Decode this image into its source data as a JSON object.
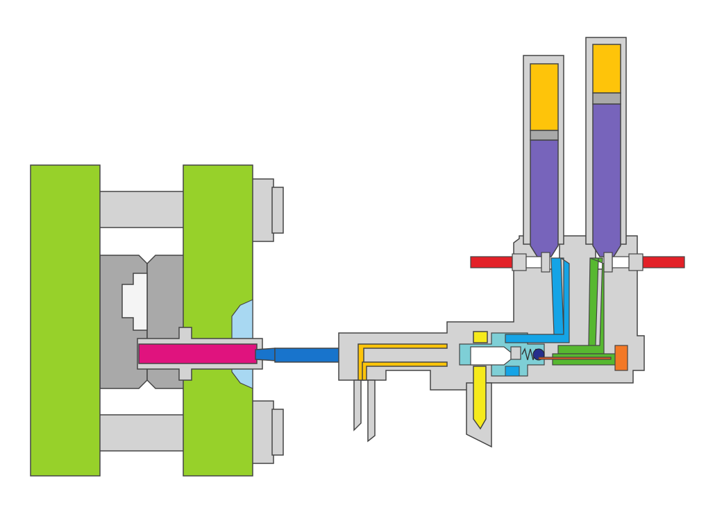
{
  "diagram": {
    "type": "injection-molding-cross-section",
    "labels": [],
    "colors": {
      "background": "#ffffff",
      "platen_green": "#97d12a",
      "frame_gray": "#d3d3d3",
      "mold_gray": "#a9a9a9",
      "outline": "#444444",
      "sprue_magenta": "#e0137e",
      "nozzle_blue": "#1874cc",
      "channel_lightblue": "#15a4e6",
      "channel_green": "#57b830",
      "cylinder_purple": "#7764bb",
      "cylinder_yellow": "#fec40a",
      "bright_yellow": "#f5ea1c",
      "check_valve_teal": "#7ecfd6",
      "heater_red": "#e32128",
      "orange_cap": "#f37826",
      "pale_blue_insert": "#a8d8f2",
      "check_ball_navy": "#262f8c"
    },
    "components": [
      "fixed-platen",
      "moving-platen",
      "tie-bar-top",
      "tie-bar-bottom",
      "mold-cavity",
      "sprue-bushing",
      "injection-nozzle",
      "injection-barrel",
      "plunger-cylinder-left",
      "plunger-cylinder-right",
      "heater-rod-left",
      "heater-rod-right",
      "check-valve",
      "return-spring",
      "check-ball"
    ]
  }
}
